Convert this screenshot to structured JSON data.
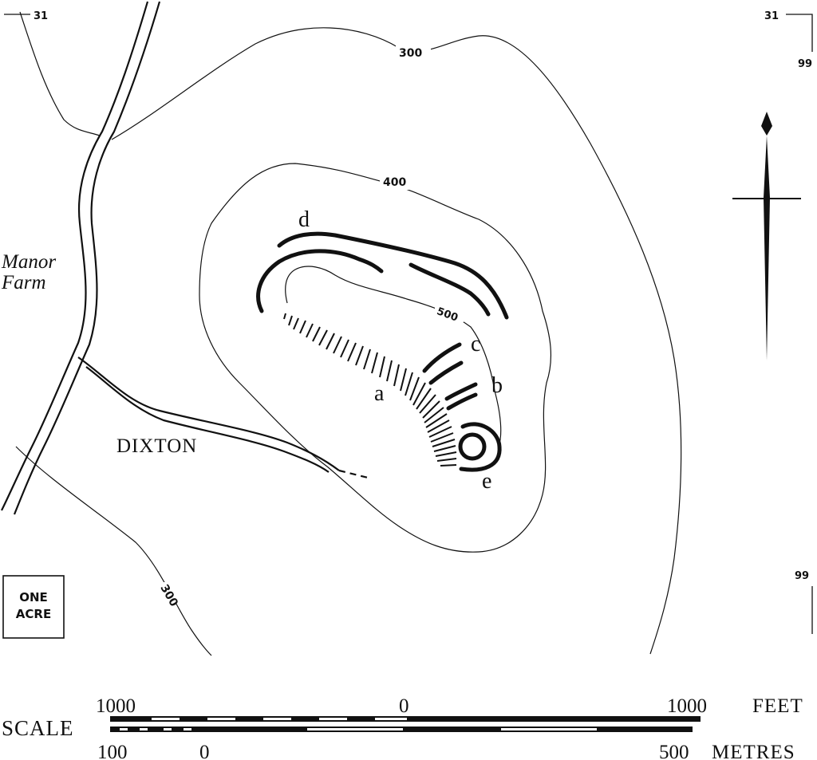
{
  "grid": {
    "top_left": "31",
    "top_right": "31",
    "right_top": "99",
    "right_bottom": "99"
  },
  "contours": {
    "top_300": "300",
    "label_400": "400",
    "label_500": "500",
    "bottom_300": "300"
  },
  "places": {
    "manor_line1": "Manor",
    "manor_line2": "Farm",
    "dixton": "DIXTON"
  },
  "features": {
    "a": "a",
    "b": "b",
    "c": "c",
    "d": "d",
    "e": "e"
  },
  "acre_box": {
    "line1": "ONE",
    "line2": "ACRE"
  },
  "scale": {
    "label": "SCALE",
    "feet_left": "1000",
    "feet_zero": "0",
    "feet_right": "1000",
    "feet_unit": "FEET",
    "metres_left": "100",
    "metres_zero": "0",
    "metres_right": "500",
    "metres_unit": "METRES"
  },
  "colors": {
    "ink": "#111111",
    "paper": "#ffffff"
  },
  "icons": {
    "north_arrow": "north-arrow-icon"
  }
}
